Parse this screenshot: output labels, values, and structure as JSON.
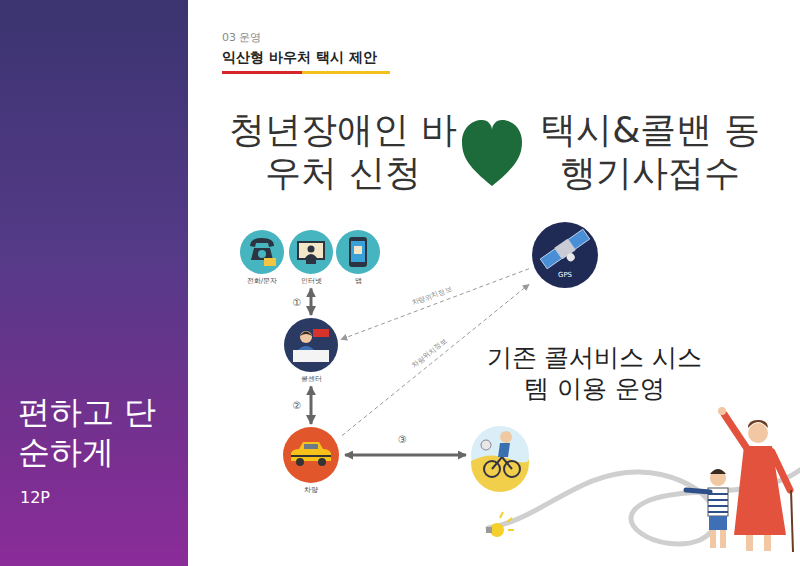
{
  "diagram": {
    "title": "익산형 바우처 택시 제안",
    "nodes": [
      {
        "text": [
          "전화/문자"
        ]
      },
      {
        "text": [
          "인터넷"
        ]
      },
      {
        "text": [
          "앱"
        ]
      },
      {
        "text": [
          "GPS"
        ]
      },
      {
        "text": [
          "콜센터"
        ]
      },
      {
        "text": [
          "차량"
        ]
      }
    ],
    "edges": [
      {
        "from": 1,
        "to": 4,
        "arrow": "both",
        "label": "①"
      },
      {
        "from": 4,
        "to": 5,
        "arrow": "both",
        "label": "②"
      },
      {
        "from": 3,
        "to": 4,
        "arrow": "to",
        "label": "차량위치정보"
      },
      {
        "from": 5,
        "to": 3,
        "arrow": "to",
        "label": "차량위치정보"
      }
    ],
    "labels": [
      "03 운영",
      "청년장애인 바우처 신청",
      "택시&콜밴 동행기사접수",
      "기존 콜서비스 시스템 이용 운영",
      "③",
      "편하고 단순하게",
      "12P"
    ]
  }
}
